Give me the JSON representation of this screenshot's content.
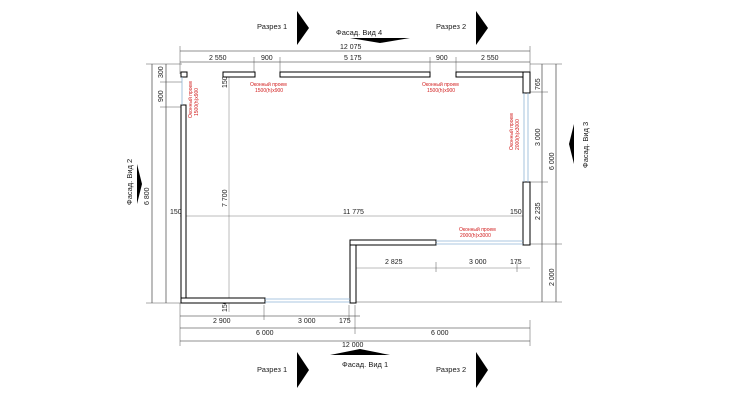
{
  "sections": {
    "top_left": "Разрез 1",
    "top_right": "Разрез 2",
    "bottom_left": "Разрез 1",
    "bottom_right": "Разрез 2"
  },
  "facades": {
    "top": "Фасад. Вид 4",
    "bottom": "Фасад. Вид 1",
    "left": "Фасад. Вид 2",
    "right": "Фасад. Вид 3"
  },
  "dimensions": {
    "top_total": "12 075",
    "top_segments": [
      "2 550",
      "900",
      "5 175",
      "900",
      "2 550"
    ],
    "inner_width": "11 775",
    "inner_left_thickness": "150",
    "inner_right_thickness": "150",
    "left_vertical_300": "300",
    "left_vertical_900": "900",
    "left_total": "6 800",
    "left_inner_150": "150",
    "interior_height": "7 700",
    "bottom_150": "150",
    "right_765": "765",
    "right_3000": "3 000",
    "right_2235": "2 235",
    "right_6000": "6 000",
    "right_2000": "2 000",
    "step_2825": "2 825",
    "step_3000": "3 000",
    "step_175": "175",
    "bottom_2900": "2 900",
    "bottom_3000": "3 000",
    "bottom_175": "175",
    "bottom_half_left": "6 000",
    "bottom_half_right": "6 000",
    "bottom_total": "12 000"
  },
  "openings": {
    "top_left": [
      "Оконный проем",
      "1500(h)х900"
    ],
    "top_right": [
      "Оконный проем",
      "1500(h)х900"
    ],
    "left_wall": [
      "Оконный проем",
      "1500(h)х900"
    ],
    "right_wall": [
      "Оконный проем",
      "2000(h)х3000"
    ],
    "step_window": [
      "Оконный проем",
      "2000(h)х3000"
    ]
  },
  "colors": {
    "wall": "#000000",
    "window": "#8fb4d6",
    "opening_label": "#d11a1a"
  }
}
